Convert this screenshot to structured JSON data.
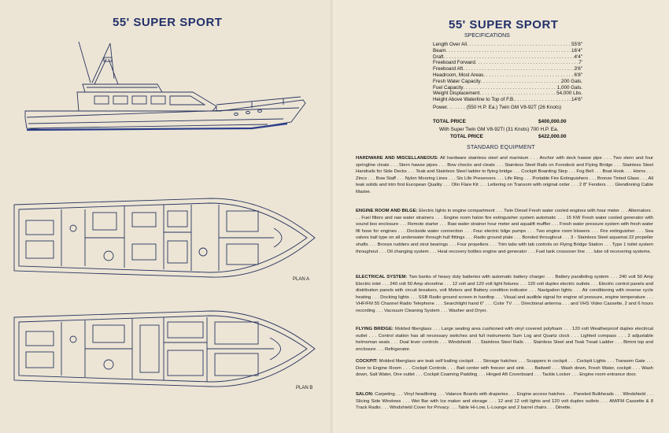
{
  "left_page": {
    "title": "55' SUPER SPORT",
    "plan_a_label": "PLAN A",
    "plan_b_label": "PLAN B"
  },
  "right_page": {
    "title": "55' SUPER SPORT",
    "specifications_heading": "SPECIFICATIONS",
    "specs": [
      {
        "label": "Length Over All",
        "value": "55'8\""
      },
      {
        "label": "Beam",
        "value": "16'4\""
      },
      {
        "label": "Draft",
        "value": "4'4\""
      },
      {
        "label": "Freeboard Forward",
        "value": "7'"
      },
      {
        "label": "Freeboard Aft",
        "value": "3'6\""
      },
      {
        "label": "Headroom, Most Areas",
        "value": "6'8\""
      },
      {
        "label": "Fresh Water Capacity",
        "value": "200 Gals."
      },
      {
        "label": "Fuel Capacity",
        "value": "1,000 Gals."
      },
      {
        "label": "Weight Displacement",
        "value": "54,000 Lbs."
      },
      {
        "label": "Height Above Waterline to Top of F.B.",
        "value": "14'6\""
      }
    ],
    "power_line": "Power. . . . . . . (550 H.P. Ea.) Twin GM V8-92T (26 Knots)",
    "total_price_label": "TOTAL PRICE",
    "total_price_value": "$400,000.00",
    "super_twin_line": "With Super Twin GM V8-92TI (31 Knots) 700 H.P. Ea.",
    "total_price2_label": "TOTAL PRICE",
    "total_price2_value": "$422,000.00",
    "standard_equipment_heading": "STANDARD EQUIPMENT",
    "sections": [
      {
        "lead": "HARDWARE AND MISCELLANEOUS:",
        "text": " All hardware stainless steel and marinium . . . Anchor with deck hawse pipe . . . Two stern and four springline cleats . . . Stern hawse pipes . . . Bow chocks and cleats . . . Stainless Steel Rails on Foredeck and Flying Bridge . . . Stainless Steel Handrails for Side Decks . . . Teak and Stainless Steel ladder to flying bridge . . . Cockpit Boarding Step . . . Fog Bell . . . Boat Hook . . . Horns . . . Zincs . . . Bow Staff . . . Nylon Mooring Lines . . . Six Life Preservers . . . Life Ring . . . Portable Fire Extinguishers . . . Bronze Tinted Glass . . . All teak solids and trim first European Quality . . . Olin Flare Kit . . . Lettering on Transom with original order . . . 2 8\" Fenders . . . Glendinning Cable Master."
      },
      {
        "lead": "ENGINE ROOM AND BILGE:",
        "text": " Electric lights in engine compartment . . . Twin Diesel Fresh water cooled engines with hour meter . . . Alternators . . . Fuel filters and raw water strainers . . . Engine room halon fire extinguisher system automatic . . . 15 KW Fresh water cooled generator with sound box enclosure . . . Remote starter . . . Raw water strainer hour meter and aqualift muffler . . . Fresh water pressure system with fresh water fill hose for engines . . . Dockside water connection . . . Four electric bilge pumps . . . Two engine room blowers . . . Fire extinguisher . . . Sea valves ball type on all underwater through hull fittings . . . Radio ground plate . . . Bonded throughout . . . 3 - Stainless Steel aquamat 22 propeller shafts . . . Bronze rudders and strut bearings . . . Four propellers . . . Trim tabs with tab controls on Flying Bridge Station . . . Type 1 toilet system throughout . . . Oil changing system . . . Heat recovery bottles engine and generator . . . Fuel tank crossover line . . . lube oil recovering systems."
      },
      {
        "lead": "ELECTRICAL SYSTEM:",
        "text": " Two banks of heavy duty batteries with automatic battery charger . . . Battery paralleling system . . . 240 volt 50 Amp Electric inlet . . . 240 volt 50 Amp shoreline . . . 12 volt and 120 volt light fixtures . . . 120 volt duplex electric outlets . . . Electric control panels and distribution panels with circuit breakers, volt Meters and Battery condition indicator . . . Navigation lights . . . Air conditioning with reverse cycle heating . . . Docking lights . . . SSB Radio ground screen in hardtop . . . Visual and audible signal for engine oil pressure, engine temperature . . . VHF/FM 55 Channel Radio Telephone . . . Searchlight hand 6\" . . . Color TV . . . Directional antenna . . . and VHS Video Cassette, 2 and 6 hours recording . . . Vacouum Cleaning System . . . Washer and Dryer."
      },
      {
        "lead": "FLYING BRIDGE:",
        "text": " Molded fiberglass . . . Large seating area cushioned with vinyl covered polyfoam . . . 120 volt Weatherproof duplex electrical outlet . . . Control station has all necessary switches and full instruments Sum Log and Quartz clock . . . Lighted compass . . . 2 adjustable helmsman seats . . . Dual lever controls . . . Windshield . . . Stainless Steel Rails . . . Stainless Steel and Teak Tread Ladder . . . Bimini top and enclosure . . . Refrigerator."
      },
      {
        "lead": "COCKPIT:",
        "text": " Molded fiberglass are teak self bailing cockpit . . . Storage hatches . . . Scuppers in cockpit . . . Cockpit Lights . . . Transom Gate . . . Door to Engine Room . . . Cockpit Controls . . . Bait center with freezer and sink . . . Baitwell . . . Wash down, Fresh Water, cockpit . . . Wash down, Salt Water, One outlet . . . Cockpit Coaming Padding . . . Hinged Aft Coverboard . . . Tackle Locker . . . Engine room entrance door."
      },
      {
        "lead": "SALON:",
        "text": " Carpeting . . . Vinyl headlining . . . Valance Boards with draperies . . . Engine access hatches . . . Paneled Bulkheads . . . Windshield . . . Slicing Side Windows . . . Wet Bar with Ice maker and storage . . . 12 and 12 volt lights and 120 volt duplex outlets . . . AM/FM Cassette & 8 Track Radio . . . Windshield Cover for Privacy . . . Table Hi-Low, L-Lounge and 2 barrel chairs . . . Dinette."
      }
    ]
  }
}
